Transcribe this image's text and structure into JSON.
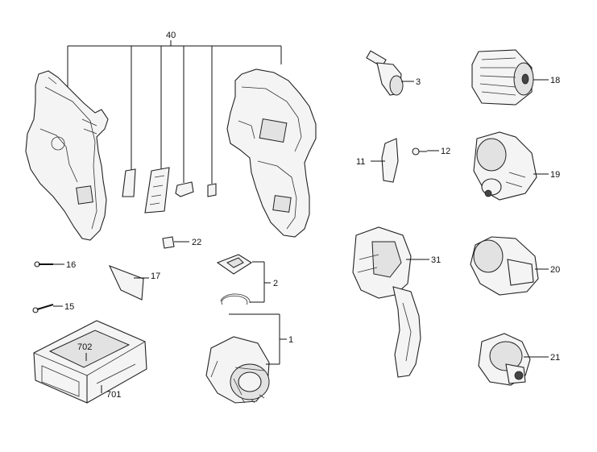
{
  "callouts": {
    "c40": "40",
    "c3": "3",
    "c18": "18",
    "c11": "11",
    "c12": "12",
    "c19": "19",
    "c22": "22",
    "c16": "16",
    "c17": "17",
    "c2": "2",
    "c31": "31",
    "c20": "20",
    "c15": "15",
    "c1": "1",
    "c702": "702",
    "c701": "701",
    "c21": "21"
  }
}
